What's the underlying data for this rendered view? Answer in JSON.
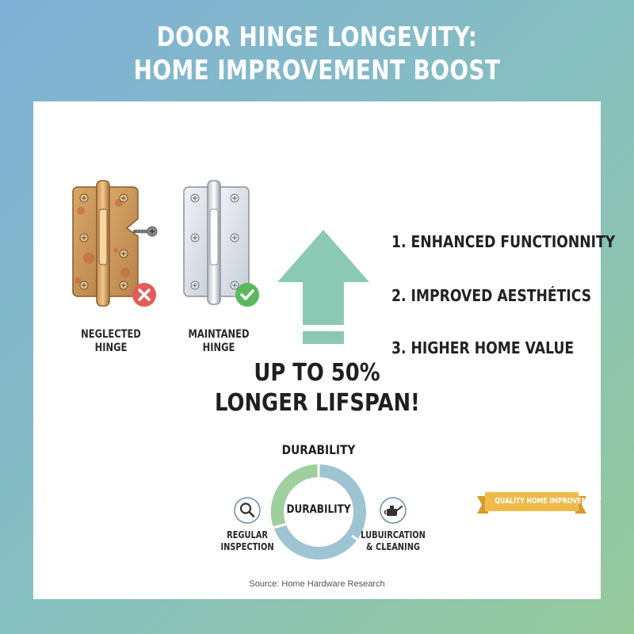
{
  "title": {
    "line1": "DOOR HINGE LONGEVITY:",
    "line2": "HOME IMPROVEMENT BOOST"
  },
  "hinges": [
    {
      "label_line1": "NEGLECTED",
      "label_line2": "HINGE",
      "status_icon": "x-circle-icon",
      "status_color": "#e45b5b"
    },
    {
      "label_line1": "MAINTANED",
      "label_line2": "HINGE",
      "status_icon": "check-circle-icon",
      "status_color": "#5cb85c"
    }
  ],
  "arrow": {
    "icon": "up-arrow-icon",
    "color": "#8cc9b4"
  },
  "benefits": [
    "1. ENHANCED FUNCTIONNITY",
    "2.  IMPROVED AESTHÉTICS",
    "3.  HIGHER HOME VALUE"
  ],
  "headline": {
    "line1": "UP TO 50%",
    "line2": "LONGER LIFSPAN!"
  },
  "durability": {
    "title": "DURABILITY",
    "center_label": "DURABILITY",
    "left_label_line1": "REGULAR",
    "left_label_line2": "INSPECTION",
    "left_icon": "magnifier-icon",
    "right_label_line1": "LUBUIRCATION",
    "right_label_line2": "& CLEANING",
    "right_icon": "oil-can-icon",
    "colors": {
      "green": "#9fcf9c",
      "blue": "#9ec3d2"
    }
  },
  "badge": {
    "text": "QUALITY HOME IMPROVEMENT",
    "color": "#f0b94a"
  },
  "source": "Source: Home Hardware Research"
}
